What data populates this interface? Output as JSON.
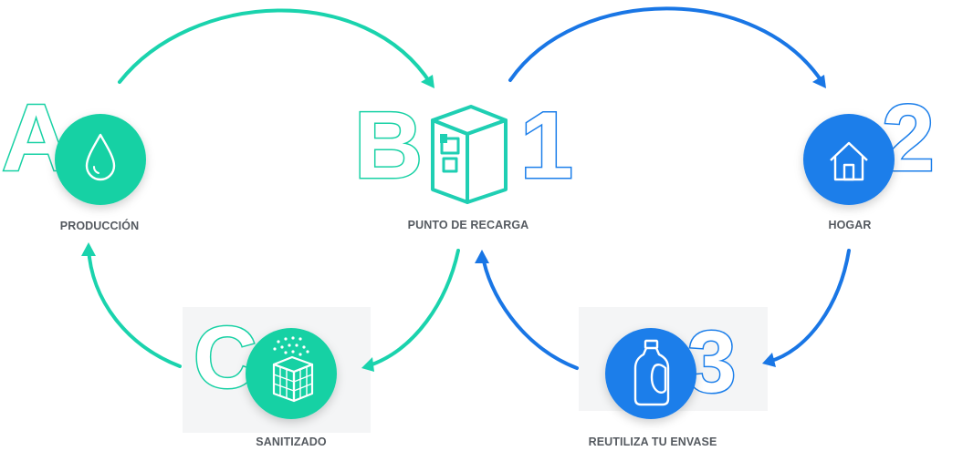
{
  "colors": {
    "green": "#17d1a4",
    "green_arrow": "#1ad3ad",
    "blue": "#1b7eea",
    "blue_arrow": "#1976e5",
    "label_text": "#555a60",
    "panel_bg": "#f4f5f6"
  },
  "stages": {
    "produccion": {
      "letter": "A",
      "label": "PRODUCCIÓN",
      "icon": "water-drop-icon"
    },
    "punto_recarga": {
      "letter": "B",
      "number": "1",
      "label": "PUNTO DE RECARGA",
      "icon": "refill-station-icon"
    },
    "hogar": {
      "number": "2",
      "label": "HOGAR",
      "icon": "house-icon"
    },
    "reutiliza": {
      "number": "3",
      "label": "REUTILIZA TU ENVASE",
      "icon": "detergent-bottle-icon"
    },
    "sanitizado": {
      "letter": "C",
      "label": "SANITIZADO",
      "icon": "sanitizing-crate-icon"
    }
  }
}
